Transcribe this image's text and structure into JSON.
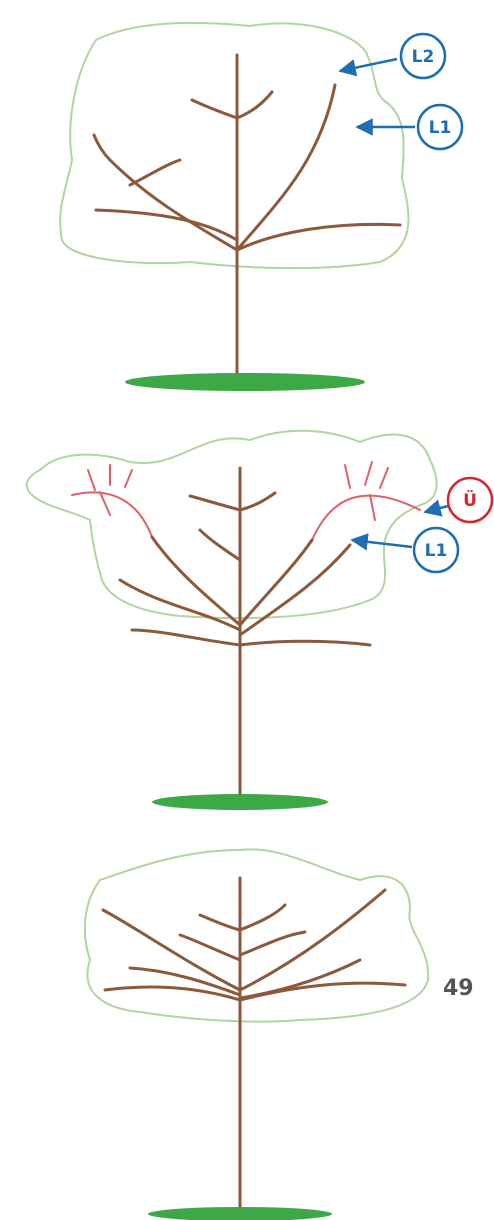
{
  "colors": {
    "canopy_outline": "#b3d3a3",
    "branch": "#8b5a3c",
    "pruned_branch": "#e0606a",
    "ground": "#3ea847",
    "callout_blue": "#1f6db3",
    "callout_red": "#d7262e",
    "page_number": "#555555"
  },
  "diagrams": [
    {
      "callouts": [
        {
          "label": "L2",
          "color": "blue"
        },
        {
          "label": "L1",
          "color": "blue"
        }
      ]
    },
    {
      "callouts": [
        {
          "label": "Ü",
          "color": "red"
        },
        {
          "label": "L1",
          "color": "blue"
        }
      ]
    },
    {
      "callouts": []
    }
  ],
  "page_number": "49"
}
